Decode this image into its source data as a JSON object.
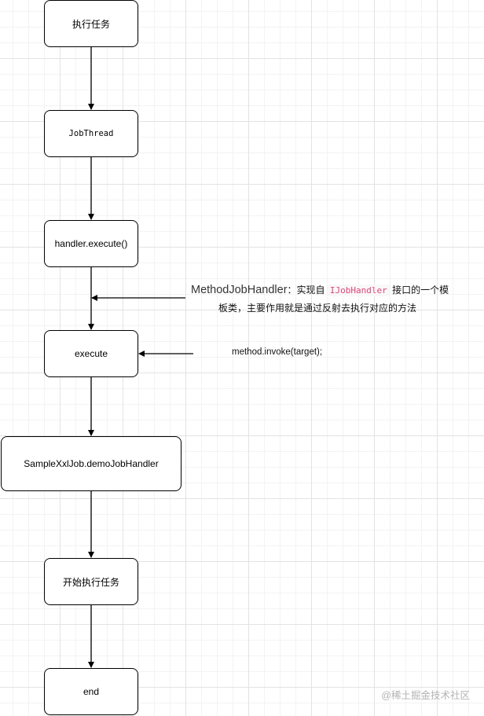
{
  "nodes": [
    {
      "id": "run-task",
      "label": "执行任务"
    },
    {
      "id": "job-thread",
      "label": "JobThread"
    },
    {
      "id": "handler-execute",
      "label": "handler.execute()"
    },
    {
      "id": "execute",
      "label": "execute"
    },
    {
      "id": "demo-job-handler",
      "label": "SampleXxlJob.demoJobHandler"
    },
    {
      "id": "start-run-task",
      "label": "开始执行任务"
    },
    {
      "id": "end",
      "label": "end"
    }
  ],
  "annotations": {
    "method_job_handler": {
      "lead": "MethodJobHandler",
      "text_before_code": "：实现自",
      "code": "IJobHandler",
      "text_after_code": "接口的一个模",
      "line2": "板类，主要作用就是通过反射去执行对应的方法"
    },
    "invoke": "method.invoke(target);"
  },
  "watermark": "@稀土掘金技术社区"
}
